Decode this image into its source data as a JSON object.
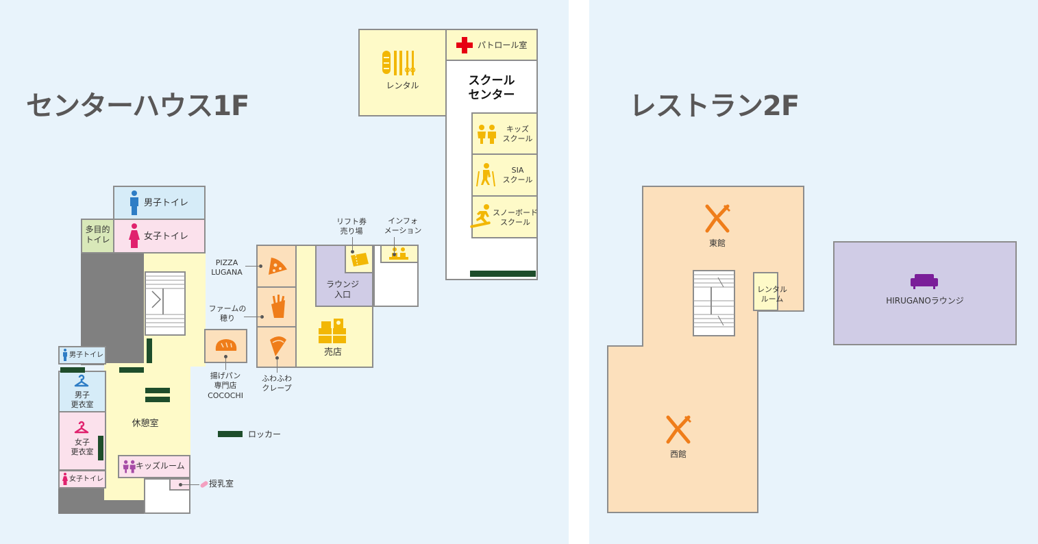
{
  "floors": {
    "center_house_1f": {
      "title": "センターハウス1F",
      "rooms": {
        "rental": "レンタル",
        "patrol": "パトロール室",
        "school_center": "スクール\nセンター",
        "kids_school": "キッズ\nスクール",
        "sia_school": "SIA\nスクール",
        "snowboard_school": "スノーボード\nスクール",
        "mens_toilet": "男子トイレ",
        "womens_toilet": "女子トイレ",
        "multi_toilet": "多目的\nトイレ",
        "mens_toilet_small": "男子トイレ",
        "mens_changing": "男子\n更衣室",
        "womens_changing": "女子\n更衣室",
        "womens_toilet_small": "女子トイレ",
        "rest_room": "休憩室",
        "kids_room": "キッズルーム",
        "nursing_room": "授乳室",
        "lounge_entrance": "ラウンジ\n入口",
        "shop": "売店"
      },
      "callouts": {
        "pizza": "PIZZA\nLUGANA",
        "farm": "ファームの\n穂り",
        "crepe": "ふわふわ\nクレープ",
        "bread": "揚げパン\n専門店\nCOCOCHI",
        "lift_ticket": "リフト券\n売り場",
        "information": "インフォ\nメーション"
      },
      "legend": {
        "locker": "ロッカー"
      }
    },
    "restaurant_2f": {
      "title": "レストラン2F",
      "rooms": {
        "east_hall": "東館",
        "west_hall": "西館",
        "rental_room": "レンタル\nルーム",
        "hirugano_lounge": "HIRUGANOラウンジ"
      }
    }
  },
  "colors": {
    "background": "#e8f3fb",
    "yellow_room": "#fefac8",
    "orange_room": "#fce0bc",
    "blue_room": "#d6ecf8",
    "pink_room": "#fbe1ec",
    "green_room": "#d9e8b9",
    "lavender_room": "#d0cce6",
    "gray_area": "#808080",
    "locker": "#1e4d2b",
    "icon_yellow": "#f2b705",
    "icon_orange": "#ef7d1a",
    "icon_blue": "#2e7dc5",
    "icon_pink": "#e0226e",
    "icon_purple": "#7a1e99",
    "icon_red": "#e60012"
  },
  "icons": [
    "ski-rental-icon",
    "first-aid-cross-icon",
    "kids-icon",
    "skier-icon",
    "snowboarder-icon",
    "man-icon",
    "woman-icon",
    "hanger-icon",
    "pizza-icon",
    "fries-icon",
    "crepe-icon",
    "bread-icon",
    "ticket-icon",
    "info-desk-icon",
    "shop-icon",
    "fork-knife-icon",
    "sofa-icon",
    "baby-bottle-icon"
  ]
}
